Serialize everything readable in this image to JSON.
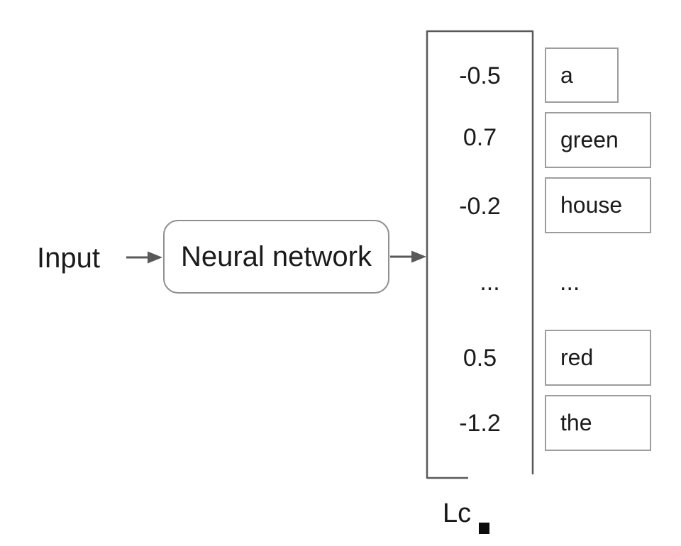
{
  "diagram": {
    "input_label": "Input",
    "network_label": "Neural network",
    "logit_values": [
      "-0.5",
      "0.7",
      "-0.2",
      "...",
      "0.5",
      "-1.2"
    ],
    "tokens": [
      "a",
      "green",
      "house",
      "...",
      "red",
      "the"
    ],
    "caption_visible_text": "Lc"
  },
  "colors": {
    "text": "#1b1b1b",
    "arrow": "#595959",
    "logits_box_border": "#595959",
    "network_box_border": "#8f8f8f",
    "token_box_border": "#9d9d9d",
    "caption_cursor": "#0c0c0c",
    "background": "#ffffff"
  }
}
